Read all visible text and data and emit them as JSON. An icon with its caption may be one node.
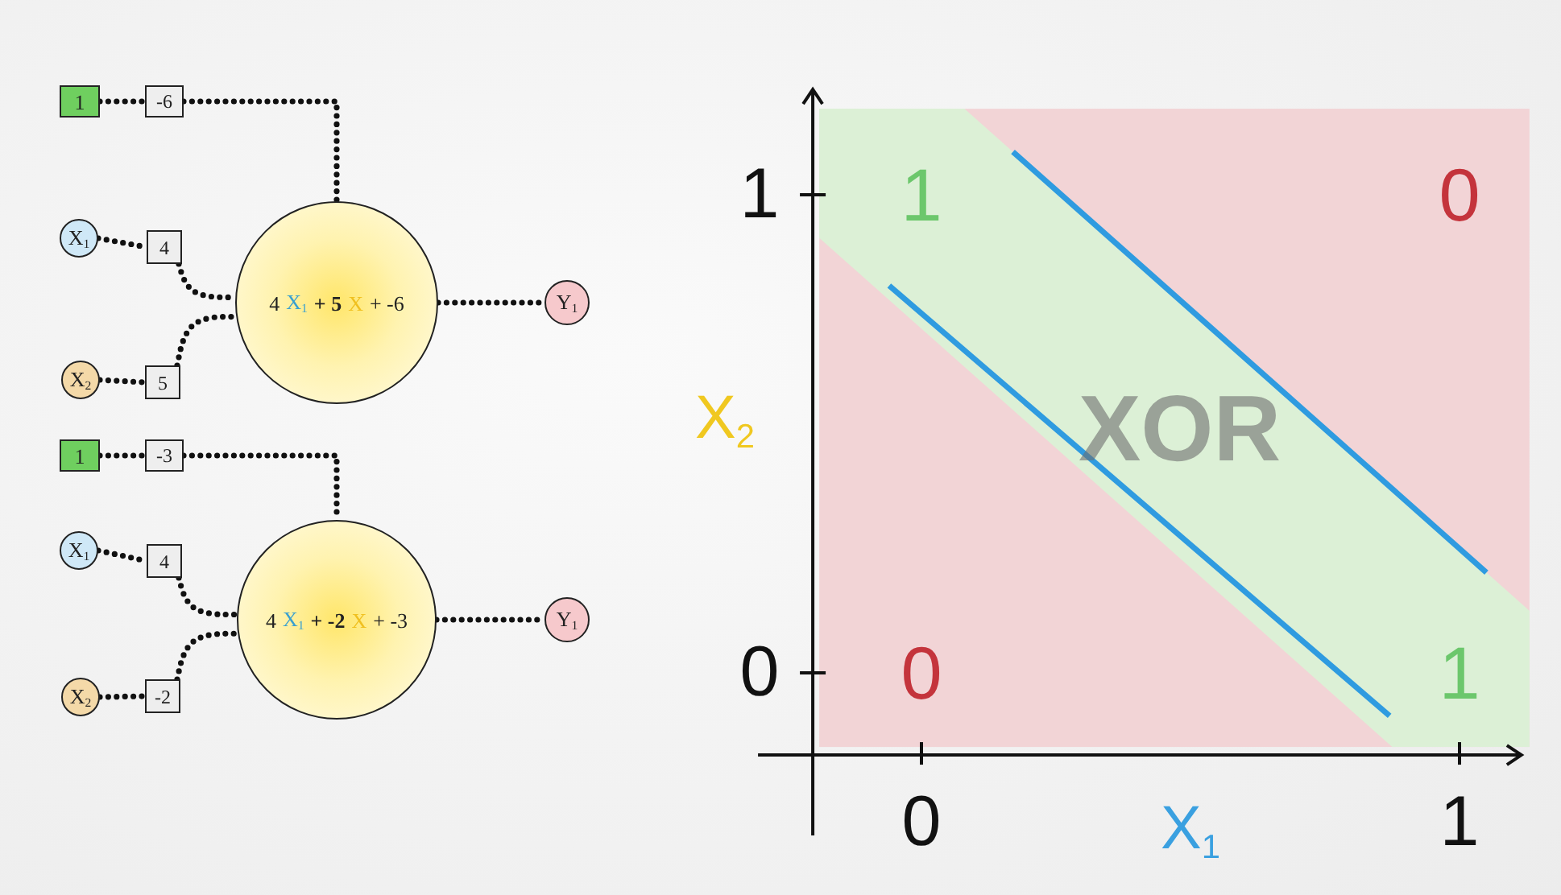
{
  "diagram": {
    "nodes": [
      {
        "text": [
          "1"
        ]
      },
      {
        "text": [
          "-6"
        ]
      },
      {
        "text": [
          "X$_{1}$"
        ]
      },
      {
        "text": [
          "4"
        ]
      },
      {
        "text": [
          "X$_{2}$"
        ]
      },
      {
        "text": [
          "5"
        ]
      },
      {
        "text": [
          "4",
          "X$_{1}$",
          "+ 5",
          "X",
          "+ -6"
        ]
      },
      {
        "text": [
          "Y$_{1}$"
        ]
      },
      {
        "text": [
          "1"
        ]
      },
      {
        "text": [
          "-3"
        ]
      },
      {
        "text": [
          "X$_{1}$"
        ]
      },
      {
        "text": [
          "4"
        ]
      },
      {
        "text": [
          "X$_{2}$"
        ]
      },
      {
        "text": [
          "-2"
        ]
      },
      {
        "text": [
          "4",
          "X$_{1}$",
          "+ -2",
          "X",
          "+ -3"
        ]
      },
      {
        "text": [
          "Y$_{1}$"
        ]
      }
    ],
    "edges": [
      {
        "from": 0,
        "to": 1,
        "arrow": "none"
      },
      {
        "from": 1,
        "to": 6,
        "arrow": "none"
      },
      {
        "from": 2,
        "to": 3,
        "arrow": "none"
      },
      {
        "from": 3,
        "to": 6,
        "arrow": "none"
      },
      {
        "from": 4,
        "to": 5,
        "arrow": "none"
      },
      {
        "from": 5,
        "to": 6,
        "arrow": "none"
      },
      {
        "from": 6,
        "to": 7,
        "arrow": "none"
      },
      {
        "from": 8,
        "to": 9,
        "arrow": "none"
      },
      {
        "from": 9,
        "to": 14,
        "arrow": "none"
      },
      {
        "from": 10,
        "to": 11,
        "arrow": "none"
      },
      {
        "from": 11,
        "to": 14,
        "arrow": "none"
      },
      {
        "from": 12,
        "to": 13,
        "arrow": "none"
      },
      {
        "from": 13,
        "to": 14,
        "arrow": "none"
      },
      {
        "from": 14,
        "to": 15,
        "arrow": "none"
      }
    ],
    "labels": [
      "1",
      "1",
      "0",
      "X$_{2}$",
      "XOR",
      "0",
      "0",
      "1",
      "0",
      "X$_{1}$",
      "1"
    ]
  }
}
